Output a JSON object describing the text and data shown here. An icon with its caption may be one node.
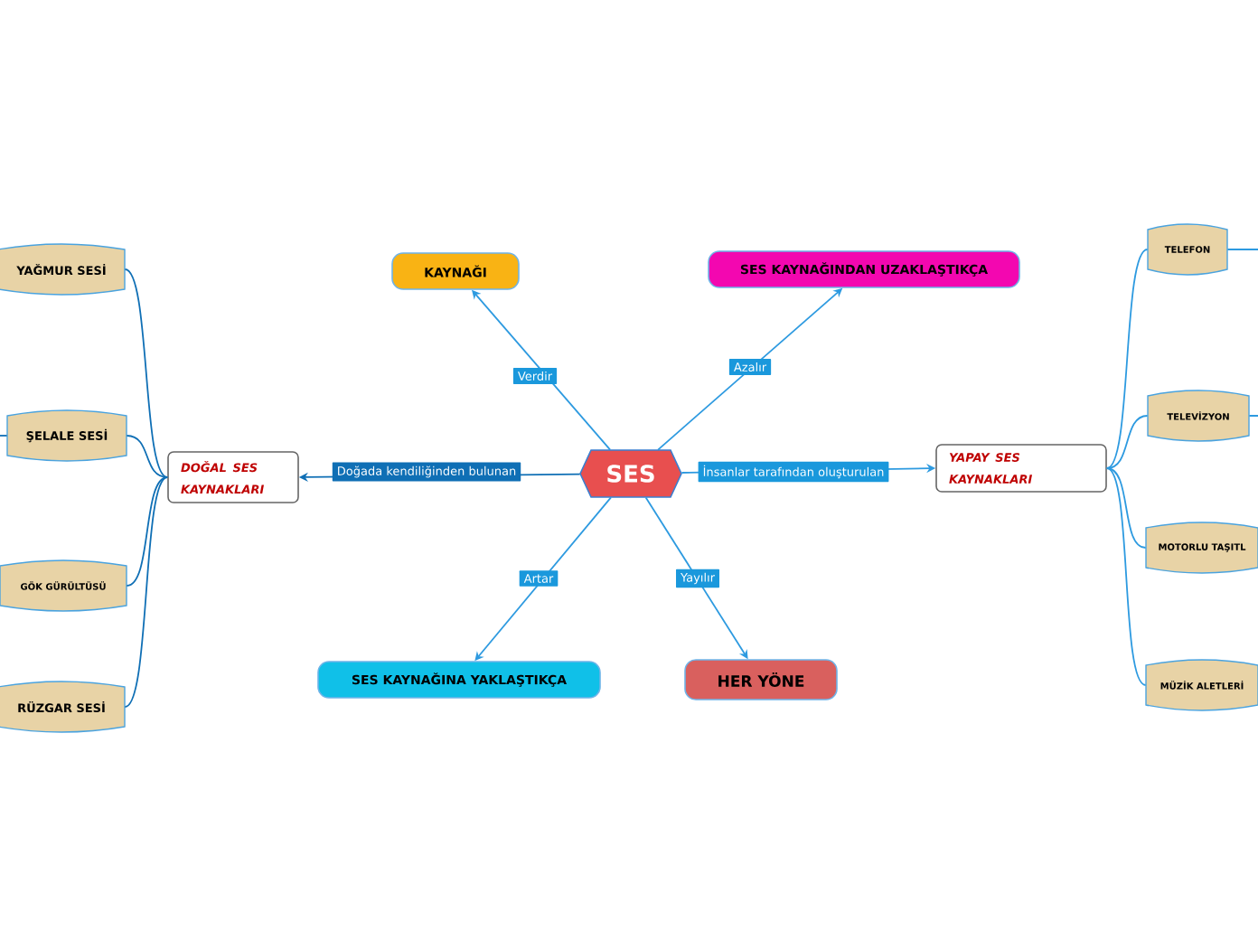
{
  "diagram": {
    "nodes": [
      {
        "text": [
          "SES"
        ]
      },
      {
        "text": [
          "KAYNAĞI"
        ]
      },
      {
        "text": [
          "SES KAYNAĞINDAN UZAKLAŞTIKÇA"
        ]
      },
      {
        "text": [
          "SES KAYNAĞINA YAKLAŞTIKÇA"
        ]
      },
      {
        "text": [
          "HER YÖNE"
        ]
      },
      {
        "text": [
          "DOĞAL SES KAYNAKLARI"
        ]
      },
      {
        "text": [
          "YAPAY SES KAYNAKLARI"
        ]
      },
      {
        "text": [
          "YAĞMUR SESİ"
        ]
      },
      {
        "text": [
          "ŞELALE SESİ"
        ]
      },
      {
        "text": [
          "GÖK GÜRÜLTÜSÜ"
        ]
      },
      {
        "text": [
          "RÜZGAR SESİ"
        ]
      },
      {
        "text": [
          "TELEFON"
        ]
      },
      {
        "text": [
          "TELEVİZYON"
        ]
      },
      {
        "text": [
          "MOTORLU TAŞITL"
        ]
      },
      {
        "text": [
          "MÜZİK ALETLERİ"
        ]
      }
    ],
    "edges": [
      {
        "from": 0,
        "to": 1,
        "arrow": "to",
        "label": "Verdir"
      },
      {
        "from": 0,
        "to": 2,
        "arrow": "to",
        "label": "Azalır"
      },
      {
        "from": 0,
        "to": 5,
        "arrow": "to",
        "label": "Doğada kendiliğinden bulunan",
        "color": "#0f6fb5"
      },
      {
        "from": 0,
        "to": 6,
        "arrow": "to",
        "label": "İnsanlar tarafından oluşturulan"
      },
      {
        "from": 0,
        "to": 3,
        "arrow": "to",
        "label": "Artar"
      },
      {
        "from": 0,
        "to": 4,
        "arrow": "to",
        "label": "Yayılır"
      },
      {
        "from": 5,
        "to": 7,
        "arrow": "none",
        "color": "#0f6fb5"
      },
      {
        "from": 5,
        "to": 8,
        "arrow": "none",
        "color": "#0f6fb5"
      },
      {
        "from": 5,
        "to": 9,
        "arrow": "none",
        "color": "#0f6fb5"
      },
      {
        "from": 5,
        "to": 10,
        "arrow": "none",
        "color": "#0f6fb5"
      },
      {
        "from": 6,
        "to": 11,
        "arrow": "none"
      },
      {
        "from": 6,
        "to": 12,
        "arrow": "none"
      },
      {
        "from": 6,
        "to": 13,
        "arrow": "none"
      },
      {
        "from": 6,
        "to": 14,
        "arrow": "none"
      },
      {
        "from": 8,
        "to": null,
        "arrow": "none",
        "color": "#0f6fb5"
      },
      {
        "from": 11,
        "to": null,
        "arrow": "none"
      },
      {
        "from": 12,
        "to": null,
        "arrow": "none"
      }
    ]
  }
}
